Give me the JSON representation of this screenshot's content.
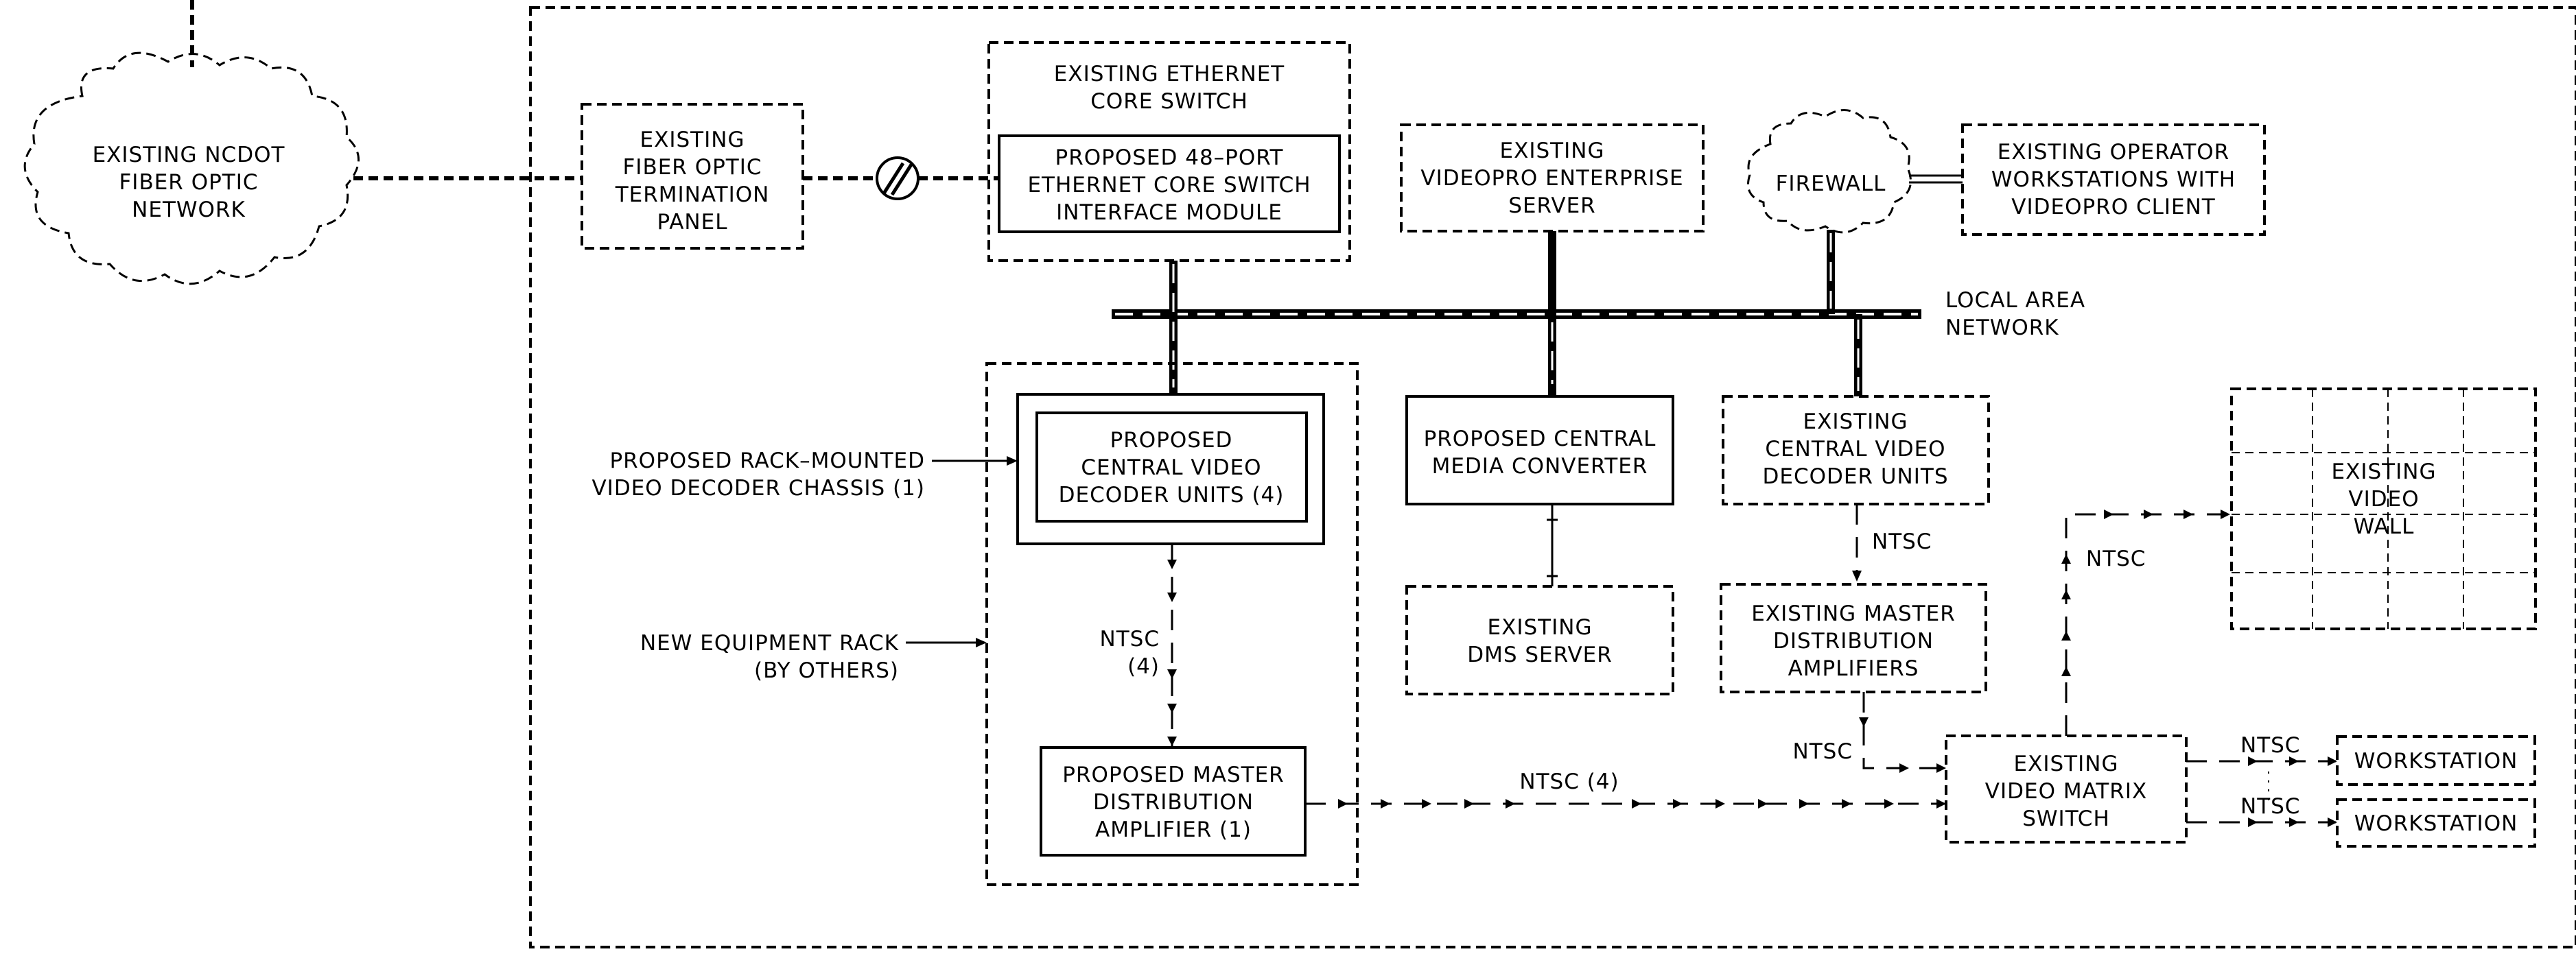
{
  "nodes": {
    "ncdot": [
      "EXISTING  NCDOT",
      "FIBER  OPTIC",
      "NETWORK"
    ],
    "fiber_panel": [
      "EXISTING",
      "FIBER  OPTIC",
      "TERMINATION",
      "PANEL"
    ],
    "core_switch": [
      "EXISTING  ETHERNET",
      "CORE  SWITCH"
    ],
    "core_module": [
      "PROPOSED  48–PORT",
      "ETHERNET  CORE  SWITCH",
      "INTERFACE  MODULE"
    ],
    "videopro_server": [
      "EXISTING",
      "VIDEOPRO  ENTERPRISE",
      "SERVER"
    ],
    "firewall": [
      "FIREWALL"
    ],
    "operator_ws": [
      "EXISTING  OPERATOR",
      "WORKSTATIONS  WITH",
      "VIDEOPRO  CLIENT"
    ],
    "lan": [
      "LOCAL  AREA",
      "NETWORK"
    ],
    "proposed_decoders": [
      "PROPOSED",
      "CENTRAL  VIDEO",
      "DECODER  UNITS  (4)"
    ],
    "media_converter": [
      "PROPOSED  CENTRAL",
      "MEDIA  CONVERTER"
    ],
    "existing_decoders": [
      "EXISTING",
      "CENTRAL  VIDEO",
      "DECODER  UNITS"
    ],
    "video_wall": [
      "EXISTING",
      "VIDEO",
      "WALL"
    ],
    "dms_server": [
      "EXISTING",
      "DMS  SERVER"
    ],
    "existing_mda": [
      "EXISTING  MASTER",
      "DISTRIBUTION",
      "AMPLIFIERS"
    ],
    "proposed_mda": [
      "PROPOSED  MASTER",
      "DISTRIBUTION",
      "AMPLIFIER  (1)"
    ],
    "matrix_switch": [
      "EXISTING",
      "VIDEO  MATRIX",
      "SWITCH"
    ],
    "workstation_1": [
      "WORKSTATION"
    ],
    "workstation_2": [
      "WORKSTATION"
    ]
  },
  "callouts": {
    "chassis": [
      "PROPOSED  RACK–MOUNTED",
      "VIDEO  DECODER  CHASSIS  (1)"
    ],
    "rack": [
      "NEW  EQUIPMENT  RACK",
      "(BY  OTHERS)"
    ]
  },
  "signals": {
    "ntsc_4_stacked": [
      "NTSC",
      "(4)"
    ],
    "ntsc_4": "NTSC  (4)",
    "ntsc_existing": "NTSC",
    "ntsc_mda_out": "NTSC",
    "ntsc_wall": "NTSC",
    "ntsc_ws1": "NTSC",
    "ntsc_ws2": "NTSC"
  }
}
